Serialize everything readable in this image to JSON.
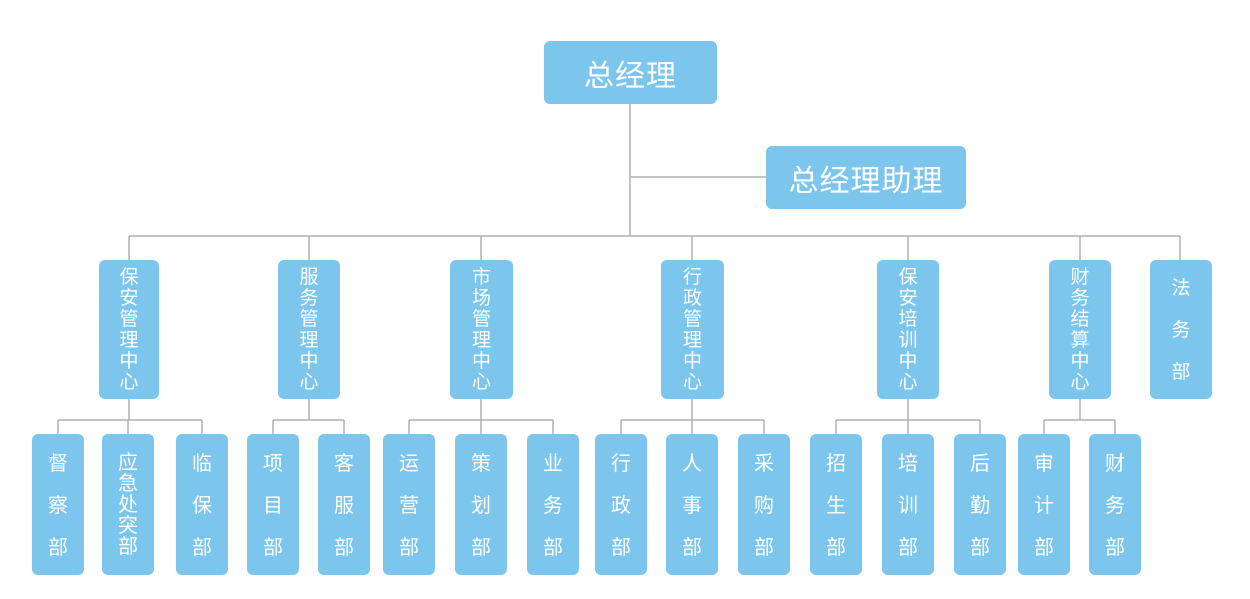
{
  "top": {
    "label": "总经理"
  },
  "assistant": {
    "label": "总经理助理"
  },
  "centers": [
    {
      "label": "保安管理中心",
      "departments": [
        "督察部",
        "应急处突部",
        "临保部"
      ]
    },
    {
      "label": "服务管理中心",
      "departments": [
        "项目部",
        "客服部"
      ]
    },
    {
      "label": "市场管理中心",
      "departments": [
        "运营部",
        "策划部",
        "业务部"
      ]
    },
    {
      "label": "行政管理中心",
      "departments": [
        "行政部",
        "人事部",
        "采购部"
      ]
    },
    {
      "label": "保安培训中心",
      "departments": [
        "招生部",
        "培训部",
        "后勤部"
      ]
    },
    {
      "label": "财务结算中心",
      "departments": [
        "审计部",
        "财务部"
      ]
    },
    {
      "label": "法务部",
      "departments": []
    }
  ],
  "colors": {
    "box": "#7cc6ee",
    "line": "#b0b0b0",
    "text": "#ffffff"
  }
}
